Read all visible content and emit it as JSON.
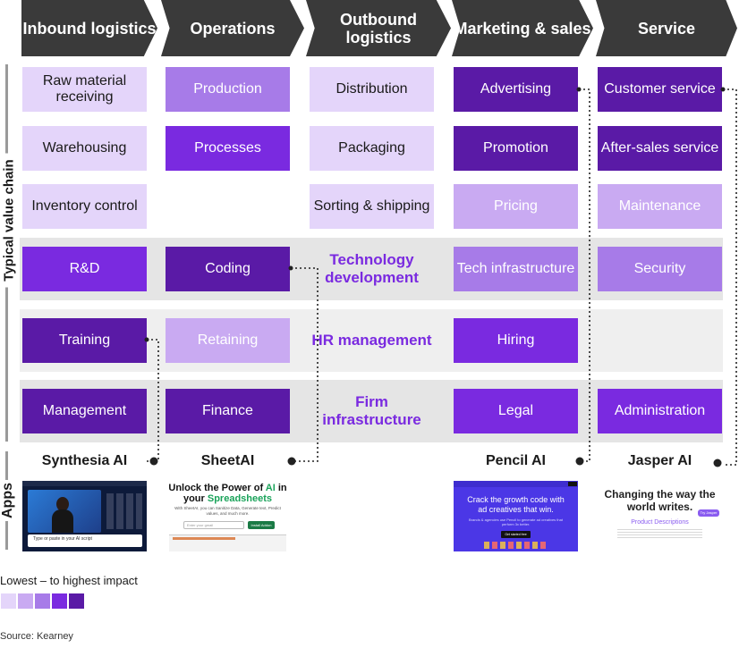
{
  "header": {
    "steps": [
      "Inbound logistics",
      "Operations",
      "Outbound logistics",
      "Marketing & sales",
      "Service"
    ]
  },
  "primary": {
    "rows": [
      [
        "Raw material receiving",
        "Production",
        "Distribution",
        "Advertising",
        "Customer service"
      ],
      [
        "Warehousing",
        "Processes",
        "Packaging",
        "Promotion",
        "After-sales service"
      ],
      [
        "Inventory control",
        "",
        "Sorting & shipping",
        "Pricing",
        "Maintenance"
      ]
    ]
  },
  "support": {
    "rows": [
      {
        "label": "Technology development",
        "cells": [
          "R&D",
          "Coding",
          "Tech infrastructure",
          "Security"
        ]
      },
      {
        "label": "HR management",
        "cells": [
          "Training",
          "Retaining",
          "Hiring",
          ""
        ]
      },
      {
        "label": "Firm infrastructure",
        "cells": [
          "Management",
          "Finance",
          "Legal",
          "Administration"
        ]
      }
    ]
  },
  "side_labels": {
    "value_chain": "Typical value chain",
    "apps": "Apps"
  },
  "apps": [
    {
      "name": "Synthesia AI",
      "screenshot": {
        "caption": "Type or paste in your AI script"
      }
    },
    {
      "name": "SheetAI",
      "screenshot": {
        "headline_part1": "Unlock the Power of ",
        "headline_ai": "AI",
        "headline_part2": " in your ",
        "headline_accent": "Spreadsheets",
        "body": "With SheetAI, you can Sanitize Data, Generate text, Predict values, and much more.",
        "input_placeholder": "Enter your gmail",
        "button": "Install Addon"
      }
    },
    {
      "name": "Pencil AI",
      "screenshot": {
        "headline": "Crack the growth code with ad creatives that win.",
        "body": "Brands & agencies use Pencil to generate ad creatives that perform 3x better.",
        "button": "Get started free"
      }
    },
    {
      "name": "Jasper AI",
      "screenshot": {
        "headline": "Changing the way the world writes.",
        "sub": "Product Descriptions",
        "button": "Try Jasper"
      }
    }
  ],
  "legend": {
    "label": "Lowest – to highest impact",
    "colors": [
      "#e4d5fa",
      "#c9aaf2",
      "#a77be8",
      "#7a2ae0",
      "#5a1aa6"
    ]
  },
  "source": "Source: Kearney",
  "colors": {
    "accent": "#7a2ae0",
    "header_bg": "#3a3a3a"
  }
}
